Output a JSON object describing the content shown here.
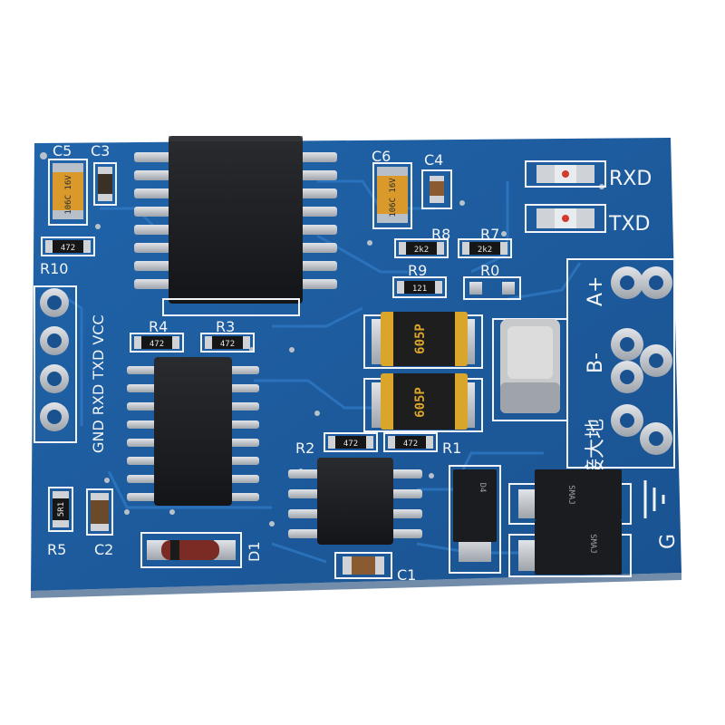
{
  "board": {
    "silkscreen": {
      "c5": "C5",
      "c3": "C3",
      "c6": "C6",
      "c4": "C4",
      "r10": "R10",
      "r8": "R8",
      "r7": "R7",
      "r9": "R9",
      "r0": "R0",
      "r4": "R4",
      "r3": "R3",
      "r2": "R2",
      "r1": "R1",
      "r5": "R5",
      "c2": "C2",
      "d1": "D1",
      "c1": "C1",
      "rxd_led": "RXD",
      "txd_led": "TXD",
      "a_plus": "A+",
      "b_minus": "B-",
      "earth": "接大地",
      "g": "G",
      "pin_labels": "GND RXD TXD VCC"
    },
    "markings": {
      "r10": "472",
      "r4": "472",
      "r3": "472",
      "r8": "2k2",
      "r7": "2k2",
      "r9": "121",
      "r2": "472",
      "r1": "472",
      "r5": "5R1",
      "c5": "106C 16V",
      "c6": "106C 16V",
      "fuse_top": "605P",
      "fuse_bottom": "605P",
      "tvs_left": "D4",
      "tvs_right_top": "SMAJ",
      "tvs_right_bottom": "SMAJ"
    },
    "colors": {
      "pcb": "#1e5a9c",
      "trace": "#2d73bd",
      "silk": "#f2f4f7",
      "pad": "#c7ccd3",
      "chip": "#1b1c1f",
      "fuse": "#d9a52a",
      "tantalum": "#d99a2b"
    }
  }
}
